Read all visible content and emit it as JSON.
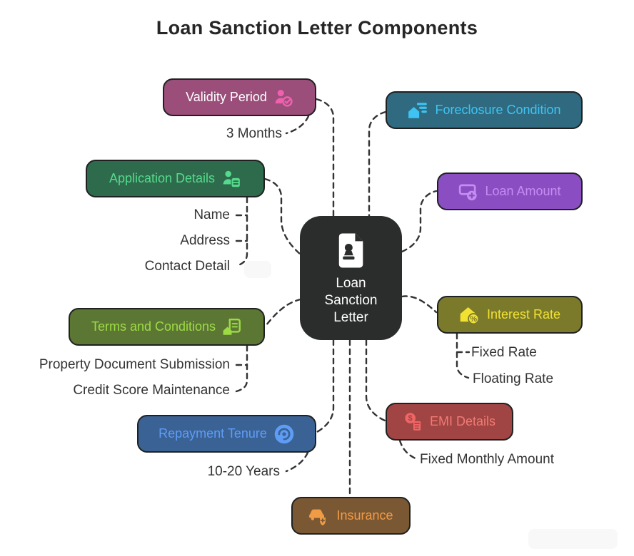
{
  "title": "Loan Sanction Letter Components",
  "colors": {
    "background": "#ffffff",
    "title_text": "#262626",
    "connector": "#333333",
    "node_border": "#1f2121",
    "leaf_text": "#333333"
  },
  "nodes": [
    {
      "id": "center",
      "label": "Loan Sanction Letter",
      "bg": "#2b2c2c",
      "text_color": "#ffffff",
      "icon": "stamp-document-icon",
      "icon_color": "#ffffff"
    },
    {
      "id": "validity-period",
      "label": "Validity Period",
      "bg": "#9a4e79",
      "text_color": "#ffffff",
      "icon": "person-check-icon",
      "icon_color": "#f060ae"
    },
    {
      "id": "foreclosure-condition",
      "label": "Foreclosure Condition",
      "bg": "#2f6a80",
      "text_color": "#3fc3f2",
      "icon": "house-chart-icon",
      "icon_color": "#3fc3f2"
    },
    {
      "id": "application-details",
      "label": "Application Details",
      "bg": "#2e6b4d",
      "text_color": "#55d98c",
      "icon": "person-document-icon",
      "icon_color": "#55d98c"
    },
    {
      "id": "loan-amount",
      "label": "Loan Amount",
      "bg": "#8a4ec2",
      "text_color": "#c58cf2",
      "icon": "banknote-plus-icon",
      "icon_color": "#c58cf2"
    },
    {
      "id": "interest-rate",
      "label": "Interest Rate",
      "bg": "#7b7a2b",
      "text_color": "#f1e232",
      "icon": "house-percent-icon",
      "icon_color": "#f1e232"
    },
    {
      "id": "terms-and-conditions",
      "label": "Terms and Conditions",
      "bg": "#5c7734",
      "text_color": "#9ddb46",
      "icon": "document-house-icon",
      "icon_color": "#9ddb46"
    },
    {
      "id": "repayment-tenure",
      "label": "Repayment Tenure",
      "bg": "#3a6295",
      "text_color": "#5e9df5",
      "icon": "gauge-icon",
      "icon_color": "#5e9df5"
    },
    {
      "id": "emi-details",
      "label": "EMI Details",
      "bg": "#a04444",
      "text_color": "#f07b72",
      "icon": "coin-calculator-icon",
      "icon_color": "#f06565"
    },
    {
      "id": "insurance",
      "label": "Insurance",
      "bg": "#7b5834",
      "text_color": "#f09b45",
      "icon": "car-shield-icon",
      "icon_color": "#f09b45"
    }
  ],
  "leaves": [
    {
      "text": "3 Months",
      "parent": "Validity Period"
    },
    {
      "text": "Name",
      "parent": "Application Details"
    },
    {
      "text": "Address",
      "parent": "Application Details"
    },
    {
      "text": "Contact Detail",
      "parent": "Application Details"
    },
    {
      "text": "Property Document Submission",
      "parent": "Terms and Conditions"
    },
    {
      "text": "Credit Score Maintenance",
      "parent": "Terms and Conditions"
    },
    {
      "text": "10-20 Years",
      "parent": "Repayment Tenure"
    },
    {
      "text": "Fixed Rate",
      "parent": "Interest Rate"
    },
    {
      "text": "Floating Rate",
      "parent": "Interest Rate"
    },
    {
      "text": "Fixed Monthly Amount",
      "parent": "EMI Details"
    }
  ]
}
